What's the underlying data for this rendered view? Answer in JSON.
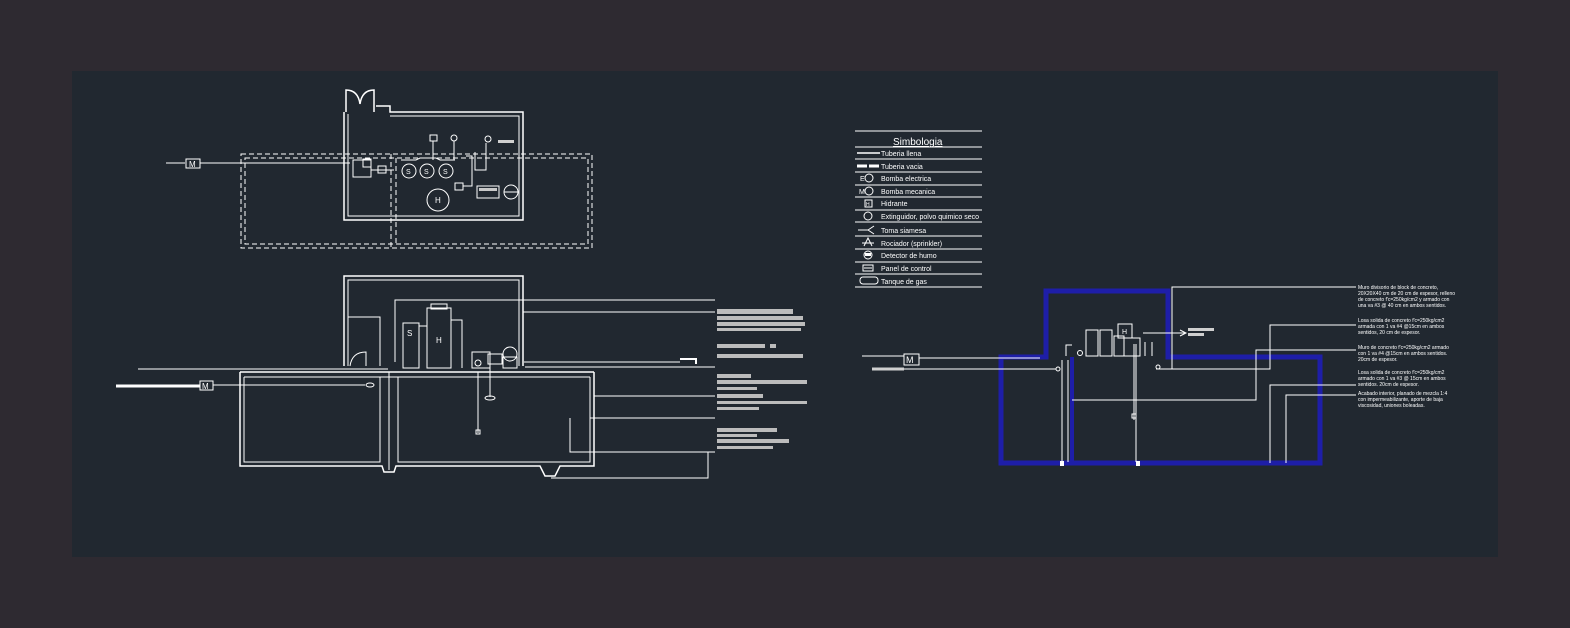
{
  "legend": {
    "title": "Simbologia",
    "items": [
      {
        "icon": "filled-pipe-icon",
        "label": "Tuberia llena"
      },
      {
        "icon": "empty-pipe-icon",
        "label": "Tuberia vacia"
      },
      {
        "icon": "electric-pump-icon",
        "label": "Bomba electrica",
        "symbol": "E"
      },
      {
        "icon": "mechanical-pump-icon",
        "label": "Bomba mecanica",
        "symbol": "M"
      },
      {
        "icon": "hydrant-icon",
        "label": "Hidrante",
        "symbol": "H"
      },
      {
        "icon": "extinguisher-icon",
        "label": "Extinguidor, polvo quimico seco"
      },
      {
        "icon": "siamese-intake-icon",
        "label": "Toma siamesa"
      },
      {
        "icon": "sprinkler-icon",
        "label": "Rociador (sprinkler)"
      },
      {
        "icon": "smoke-detector-icon",
        "label": "Detector de humo"
      },
      {
        "icon": "control-panel-icon",
        "label": "Panel de control"
      },
      {
        "icon": "gas-tank-icon",
        "label": "Tanque de gas"
      }
    ]
  },
  "plan_view": {
    "meter_label": "M",
    "pump_labels": [
      "S",
      "S",
      "S"
    ],
    "tank_label": "H"
  },
  "section_left": {
    "meter_label": "M",
    "tank_labels": [
      "S",
      "H"
    ]
  },
  "section_right": {
    "meter_label": "M",
    "tank_label": "H",
    "notes": [
      {
        "lines": [
          "Muro divisorio de block de concreto,",
          "20X20X40 cm de 20 cm de espesor, relleno",
          "de concreto f'c=250kg/cm2 y armado con",
          "una va #3 @ 40 cm en ambos sentidos."
        ]
      },
      {
        "lines": [
          "Losa solida de concreto f'c=250kg/cm2",
          "armada con 1 va #4 @15cm en ambos",
          "sentidos, 20 cm de espesor."
        ]
      },
      {
        "lines": [
          "Muro de concreto f'c=250kg/cm2 armado",
          "con 1 va #4 @15cm en ambos sentidos.",
          "20cm de espesor."
        ]
      },
      {
        "lines": [
          "Losa solida de concreto f'c=250kg/cm2",
          "armado con 1 va #3 @ 15cm en ambos",
          "sentidos. 20cm de espesor."
        ]
      },
      {
        "lines": [
          "Acabado interior, planado de mezcla 1:4",
          "con impermeabilizante, aporte de baja",
          "viscosidad, uniones boleadas."
        ]
      }
    ]
  },
  "colors": {
    "page": "#2e2a31",
    "sheet": "#212830",
    "lines": "#ffffff",
    "section_outline": "#1e1ea8"
  }
}
